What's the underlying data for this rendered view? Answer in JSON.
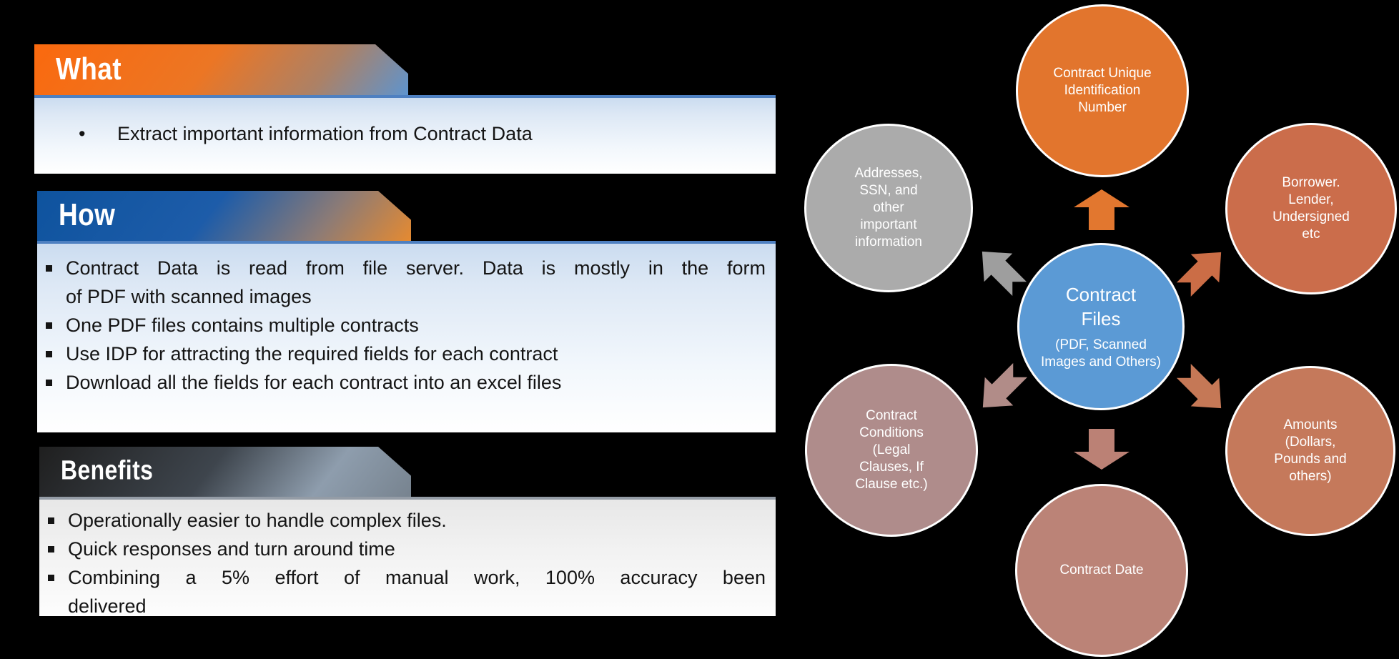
{
  "background_color": "#000000",
  "sections": [
    {
      "id": "what",
      "title": "What",
      "header_gradient": [
        "#FA690E",
        "#EC7624",
        "#AC8166",
        "#5E94CE"
      ],
      "bullets": [
        {
          "lines": [
            {
              "text": "Extract important information from Contract Data",
              "stretch": false
            }
          ]
        }
      ]
    },
    {
      "id": "how",
      "title": "How",
      "header_gradient": [
        "#0E539E",
        "#1D5CA9",
        "#8C7B76",
        "#E58A31"
      ],
      "bullets": [
        {
          "lines": [
            {
              "text": "Contract Data is read from file server. Data is mostly in the form",
              "stretch": true
            },
            {
              "text": "of PDF with scanned images",
              "stretch": false
            }
          ]
        },
        {
          "lines": [
            {
              "text": "One PDF files contains multiple contracts",
              "stretch": false
            }
          ]
        },
        {
          "lines": [
            {
              "text": "Use IDP for attracting the required fields for each contract",
              "stretch": false
            }
          ]
        },
        {
          "lines": [
            {
              "text": "Download all the fields for each contract into an excel files",
              "stretch": false
            }
          ]
        }
      ]
    },
    {
      "id": "benefits",
      "title": "Benefits",
      "header_gradient": [
        "#1F1F1F",
        "#3E454D",
        "#8E9DAD",
        "#77838F"
      ],
      "bullets": [
        {
          "lines": [
            {
              "text": "Operationally easier to handle complex files.",
              "stretch": false
            }
          ]
        },
        {
          "lines": [
            {
              "text": "Quick responses and turn around time",
              "stretch": false
            }
          ]
        },
        {
          "lines": [
            {
              "text": "Combining a 5% effort of manual work, 100% accuracy been",
              "stretch": true
            },
            {
              "text": "delivered",
              "stretch": false
            }
          ]
        }
      ]
    }
  ],
  "diagram": {
    "center": {
      "id": "hub",
      "title": "Contract Files",
      "subtitle": "(PDF, Scanned Images and Others)",
      "color": "#5B9AD5"
    },
    "nodes": [
      {
        "id": "top",
        "label": "Contract Unique Identification Number",
        "color": "#E2752D"
      },
      {
        "id": "top-right",
        "label": "Borrower. Lender, Undersigned etc",
        "color": "#CB6D4B"
      },
      {
        "id": "bottom-right",
        "label": "Amounts (Dollars, Pounds and others)",
        "color": "#C5795B"
      },
      {
        "id": "bottom",
        "label": "Contract Date",
        "color": "#BB8377"
      },
      {
        "id": "bottom-left",
        "label": "Contract Conditions (Legal Clauses, If Clause etc.)",
        "color": "#AF8C8B"
      },
      {
        "id": "top-left",
        "label": "Addresses, SSN, and other important information",
        "color": "#ABABAB"
      }
    ],
    "arrows": [
      {
        "id": "up",
        "color": "#E2772F"
      },
      {
        "id": "up-right",
        "color": "#CB6D46"
      },
      {
        "id": "down-right",
        "color": "#C57856"
      },
      {
        "id": "down",
        "color": "#BB8175"
      },
      {
        "id": "down-left",
        "color": "#B18C88"
      },
      {
        "id": "up-left",
        "color": "#9E9E9E"
      }
    ]
  }
}
